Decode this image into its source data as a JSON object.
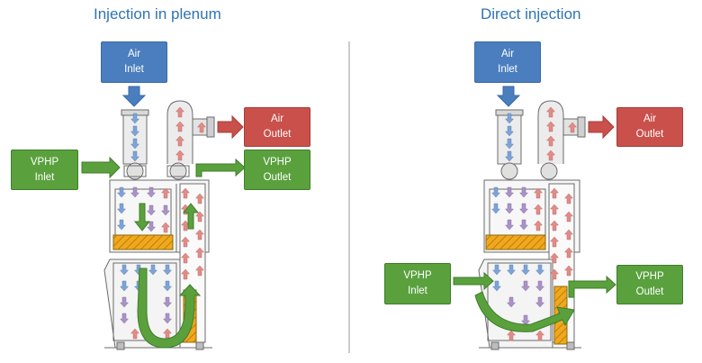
{
  "left": {
    "title": "Injection in plenum",
    "air_inlet": "Air\nInlet",
    "air_outlet": "Air\nOutlet",
    "vphp_inlet": "VPHP\nInlet",
    "vphp_outlet": "VPHP\nOutlet"
  },
  "right": {
    "title": "Direct injection",
    "air_inlet": "Air\nInlet",
    "air_outlet": "Air\nOutlet",
    "vphp_inlet": "VPHP\nInlet",
    "vphp_outlet": "VPHP\nOutlet"
  },
  "colors": {
    "title": "#2e74b5",
    "air_inlet": "#4a7ebf",
    "air_outlet": "#c9504b",
    "vphp": "#5aa13e",
    "filter": "#f0a81e"
  }
}
